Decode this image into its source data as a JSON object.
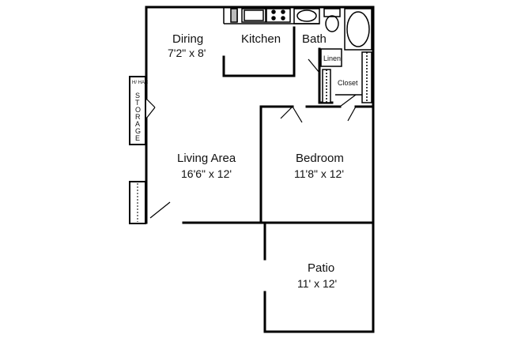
{
  "rooms": {
    "dining": {
      "name": "Diring",
      "dims": "7'2\" x 8'"
    },
    "kitchen": {
      "name": "Kitchen"
    },
    "bath": {
      "name": "Bath"
    },
    "linen": {
      "name": "Linen"
    },
    "closet": {
      "name": "Closet"
    },
    "storage": {
      "name": "STORAGE",
      "letters": [
        "S",
        "T",
        "O",
        "R",
        "A",
        "G",
        "E"
      ],
      "label": "H/ HAC"
    },
    "living": {
      "name": "Living Area",
      "dims": "16'6\" x 12'"
    },
    "bedroom": {
      "name": "Bedroom",
      "dims": "11'8\" x 12'"
    },
    "patio": {
      "name": "Patio",
      "dims": "11' x 12'"
    }
  }
}
